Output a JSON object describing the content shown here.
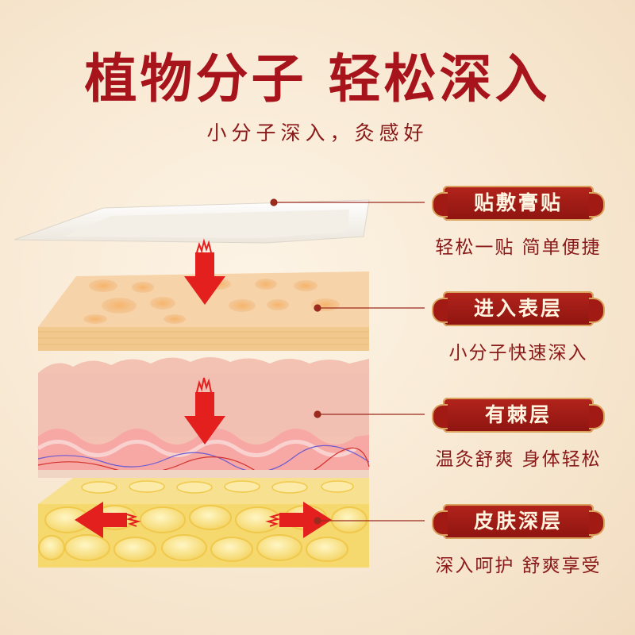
{
  "header": {
    "title": "植物分子 轻松深入",
    "subtitle": "小分子深入，灸感好"
  },
  "layers": [
    {
      "badge": "贴敷膏贴",
      "desc": "轻松一贴 简单便捷"
    },
    {
      "badge": "进入表层",
      "desc": "小分子快速深入"
    },
    {
      "badge": "有棘层",
      "desc": "温灸舒爽 身体轻松"
    },
    {
      "badge": "皮肤深层",
      "desc": "深入呵护 舒爽享受"
    }
  ],
  "colors": {
    "accent_red": "#a8141b",
    "arrow_red": "#e4201f",
    "badge_gold": "#d9a35d"
  }
}
